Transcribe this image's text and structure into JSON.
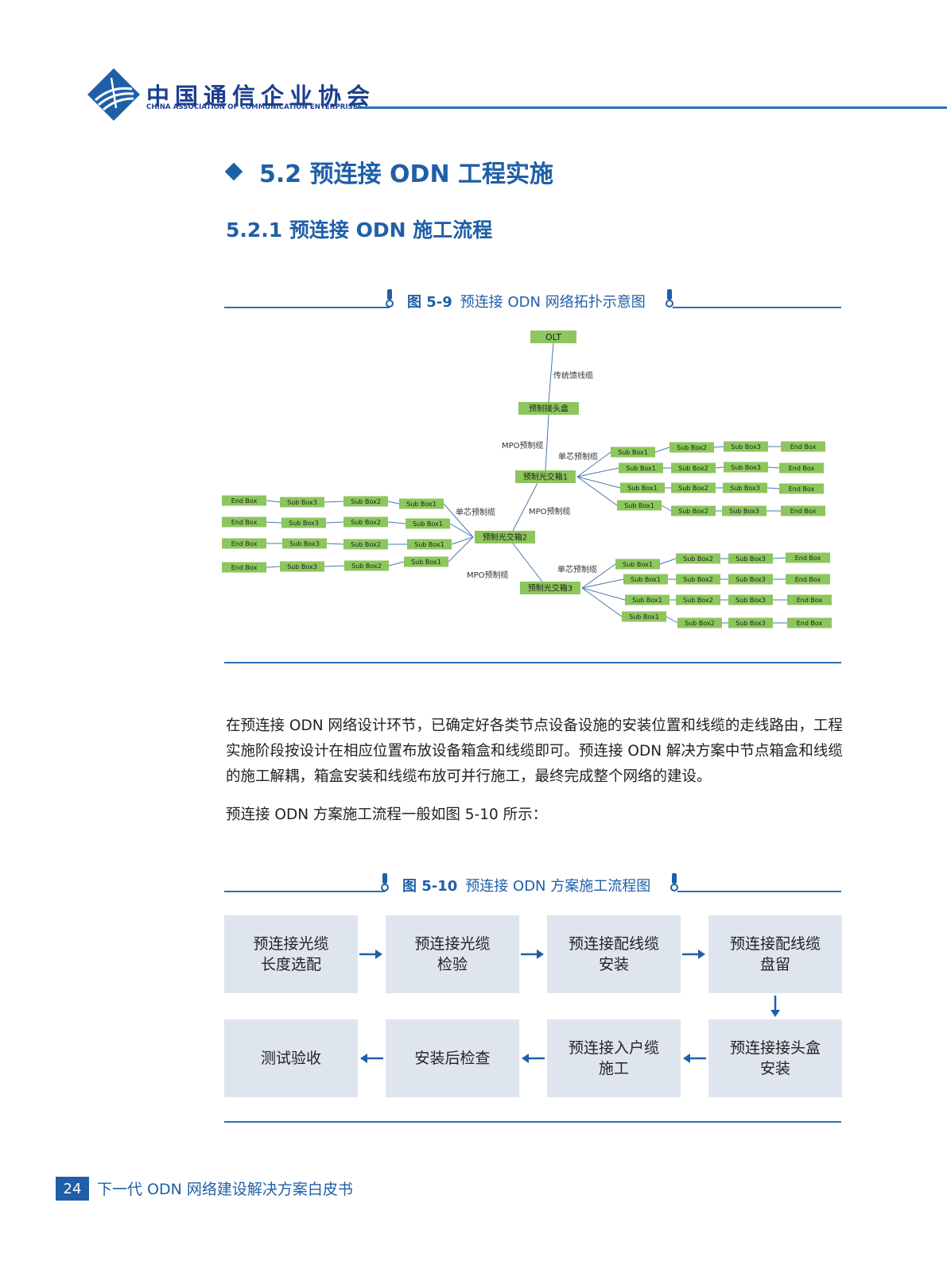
{
  "header": {
    "org_cn": "中国通信企业协会",
    "org_en": "CHINA ASSOCIATION OF COMMUNICATION ENTERPRISES",
    "brand_color": "#1f5fa8"
  },
  "section": {
    "title": "5.2 预连接 ODN 工程实施",
    "subtitle": "5.2.1 预连接 ODN 施工流程"
  },
  "figure9": {
    "number": "图 5-9",
    "title": "预连接 ODN 网络拓扑示意图",
    "nodes": {
      "olt": "OLT",
      "joint_box": "预制接头盒",
      "cab1": "预制光交箱1",
      "cab2": "预制光交箱2",
      "cab3": "预制光交箱3",
      "sub_box1": "Sub Box1",
      "sub_box2": "Sub Box2",
      "sub_box3": "Sub Box3",
      "end_box": "End Box"
    },
    "edge_labels": {
      "trunk": "传统馈线缆",
      "mpo1": "MPO预制缆",
      "mpo2": "MPO预制缆",
      "mpo3": "MPO预制缆",
      "single1": "单芯预制缆",
      "single2": "单芯预制缆",
      "single3": "单芯预制缆"
    },
    "node_color": "#8cc65c"
  },
  "paragraphs": [
    "在预连接 ODN 网络设计环节，已确定好各类节点设备设施的安装位置和线缆的走线路由，工程实施阶段按设计在相应位置布放设备箱盒和线缆即可。预连接 ODN 解决方案中节点箱盒和线缆的施工解耦，箱盒安装和线缆布放可并行施工，最终完成整个网络的建设。",
    "预连接 ODN 方案施工流程一般如图 5-10 所示："
  ],
  "figure10": {
    "number": "图 5-10",
    "title": "预连接 ODN 方案施工流程图",
    "steps": [
      "预连接光缆\n长度选配",
      "预连接光缆\n检验",
      "预连接配线缆\n安装",
      "预连接配线缆\n盘留",
      "预连接接头盒\n安装",
      "预连接入户缆\n施工",
      "安装后检查",
      "测试验收"
    ]
  },
  "footer": {
    "page_number": "24",
    "doc_title": "下一代 ODN 网络建设解决方案白皮书"
  }
}
